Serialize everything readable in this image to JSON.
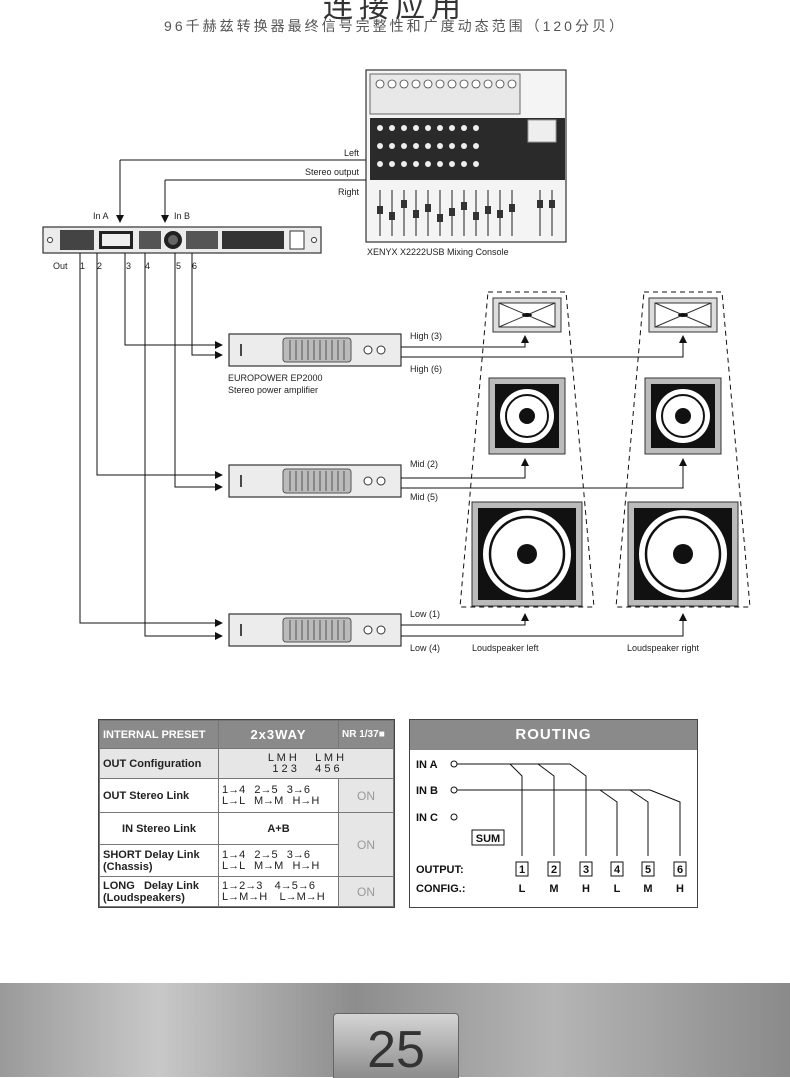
{
  "header": {
    "title": "连接应用",
    "subtitle": "96千赫兹转换器最终信号完整性和广度动态范围（120分贝）"
  },
  "diagram": {
    "mixer_label": "XENYX X2222USB Mixing Console",
    "signal_left": "Left",
    "signal_stereo": "Stereo output",
    "signal_right": "Right",
    "in_a": "In A",
    "in_b": "In B",
    "out_label": "Out",
    "out_numbers": [
      "1",
      "2",
      "3",
      "4",
      "5",
      "6"
    ],
    "amp_model": "EUROPOWER EP2000",
    "amp_desc": "Stereo power amplifier",
    "high_3": "High (3)",
    "high_6": "High (6)",
    "mid_2": "Mid (2)",
    "mid_5": "Mid (5)",
    "low_1": "Low (1)",
    "low_4": "Low (4)",
    "speaker_left": "Loudspeaker left",
    "speaker_right": "Loudspeaker right"
  },
  "preset_table": {
    "internal_preset": "INTERNAL PRESET",
    "preset_name": "2x3WAY",
    "preset_nr": "NR 1/37",
    "out_config_label": "OUT Configuration",
    "out_config_top": "L M H      L M H",
    "out_config_bottom": "1 2 3      4 5 6",
    "out_stereo_label": "OUT Stereo Link",
    "out_stereo_top": "1→4   2→5   3→6",
    "out_stereo_bottom": "L→L   M→M   H→H",
    "out_stereo_state": "ON",
    "in_stereo_label": "IN Stereo Link",
    "in_stereo_value": "A+B",
    "short_delay_label_1": "SHORT Delay Link",
    "short_delay_label_2": "(Chassis)",
    "short_delay_top": "1→4   2→5   3→6",
    "short_delay_bottom": "L→L   M→M   H→H",
    "in_short_state": "ON",
    "long_delay_label_1": "LONG   Delay Link",
    "long_delay_label_2": "(Loudspeakers)",
    "long_delay_top": "1→2→3    4→5→6",
    "long_delay_bottom": "L→M→H    L→M→H",
    "long_state": "ON"
  },
  "routing": {
    "title": "ROUTING",
    "in_a": "IN A",
    "in_b": "IN B",
    "in_c": "IN C",
    "sum": "SUM",
    "output_label": "OUTPUT:",
    "config_label": "CONFIG.:",
    "outputs": [
      "1",
      "2",
      "3",
      "4",
      "5",
      "6"
    ],
    "configs": [
      "L",
      "M",
      "H",
      "L",
      "M",
      "H"
    ]
  },
  "footer": {
    "page_number": "25"
  }
}
